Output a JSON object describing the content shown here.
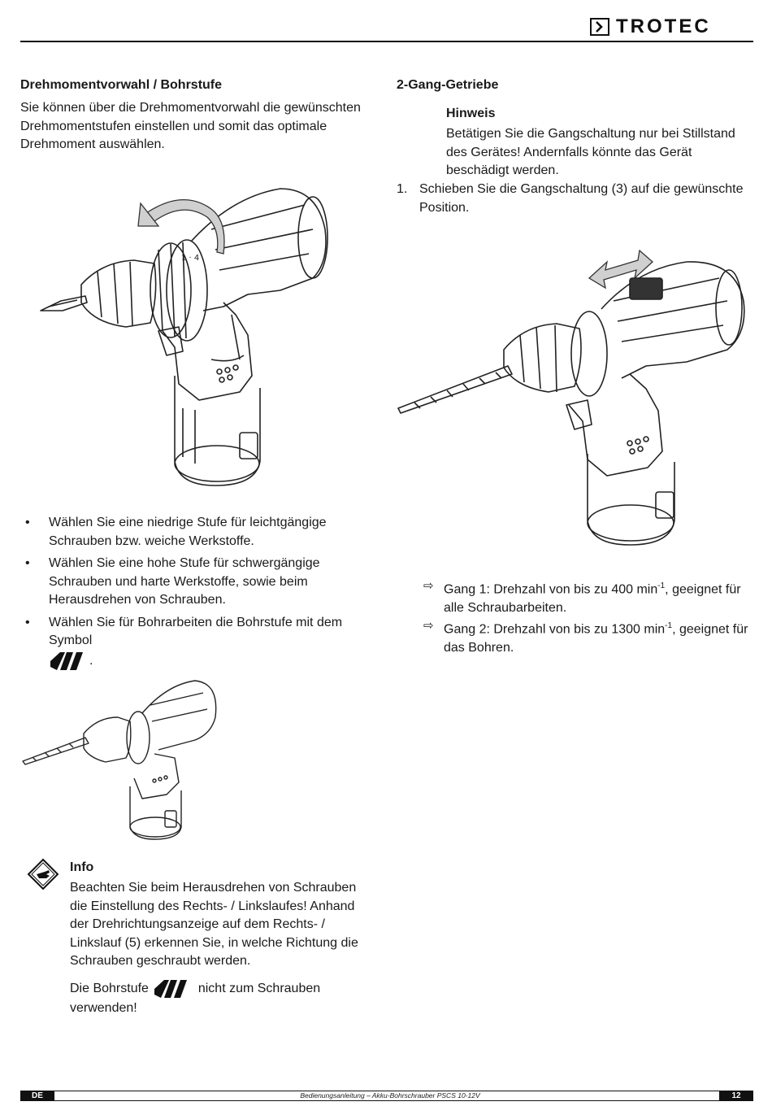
{
  "header": {
    "brand": "TROTEC"
  },
  "left": {
    "section1_title": "Drehmomentvorwahl / Bohrstufe",
    "section1_text": "Sie können über die Drehmomentvorwahl die gewünschten Drehmomentstufen einstellen und somit das optimale Drehmoment auswählen.",
    "bullets": [
      "Wählen Sie eine niedrige Stufe für leichtgängige Schrauben bzw. weiche Werkstoffe.",
      "Wählen Sie eine hohe Stufe für schwergängige Schrauben und harte Werkstoffe, sowie beim Herausdrehen von Schrauben.",
      "Wählen Sie für Bohrarbeiten die Bohrstufe mit dem Symbol"
    ],
    "bullet_suffix": ".",
    "dial_marks": "1 · 4",
    "info_title": "Info",
    "info_text": "Beachten Sie beim Herausdrehen von Schrauben die Einstellung des Rechts- / Linkslaufes! Anhand der Drehrichtungsanzeige auf dem Rechts- / Linkslauf (5) erkennen Sie, in welche Richtung die Schrauben geschraubt werden.",
    "info_text2_a": "Die Bohrstufe",
    "info_text2_b": "nicht zum Schrauben verwenden!"
  },
  "right": {
    "section_title": "2-Gang-Getriebe",
    "note_title": "Hinweis",
    "note_text": "Betätigen Sie die Gangschaltung nur bei Stillstand des Gerätes! Andernfalls könnte das Gerät beschädigt werden.",
    "step_number": "1.",
    "step_text": "Schieben Sie die Gangschaltung (3) auf die gewünschte Position.",
    "gears": [
      {
        "prefix": "Gang 1: Drehzahl von bis zu 400 min",
        "sup": "-1",
        "suffix": ", geeignet für alle Schraubarbeiten."
      },
      {
        "prefix": "Gang 2: Drehzahl von bis zu 1300 min",
        "sup": "-1",
        "suffix": ", geeignet für das Bohren."
      }
    ]
  },
  "footer": {
    "lang": "DE",
    "title": "Bedienungsanleitung – Akku-Bohrschrauber PSCS 10-12V",
    "page": "12"
  },
  "icons": [
    "trotec-logo-icon",
    "drill-symbol-icon",
    "info-hand-icon",
    "arrow-right-icon",
    "rotation-arrow-icon",
    "double-arrow-icon"
  ]
}
